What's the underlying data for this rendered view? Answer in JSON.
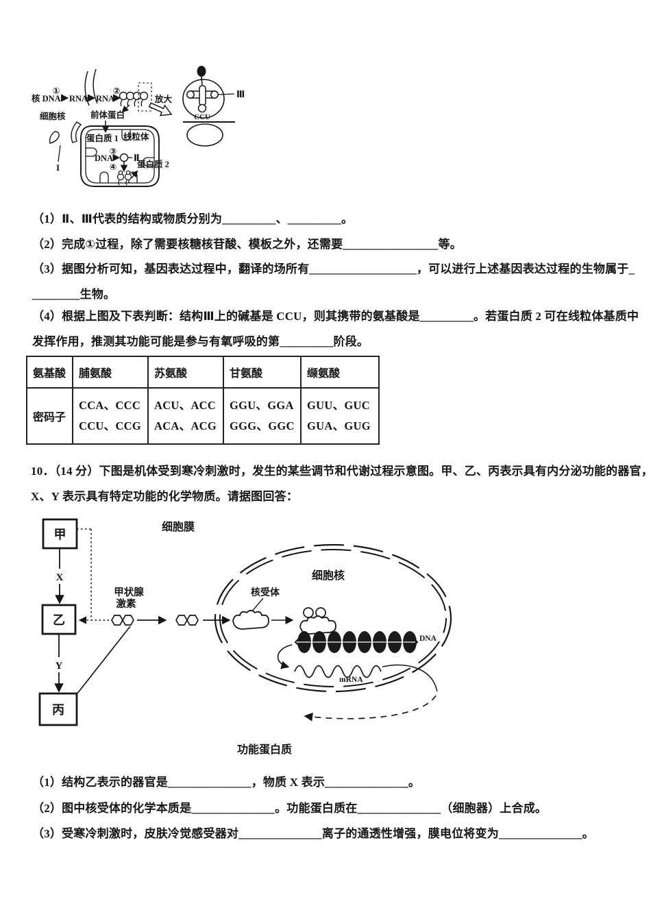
{
  "diagram1": {
    "step1": "①",
    "nuc_dna": "核 DNA",
    "rna1": "RNA",
    "step2": "②",
    "rna2": "RNA",
    "zoom_label": "放大",
    "nucleus": "细胞核",
    "precursor": "前体蛋白",
    "protein1": "蛋白质 1",
    "mito": "线粒体",
    "step3": "③",
    "dna": "DNA",
    "roman2": "Ⅱ",
    "step4": "④",
    "protein2": "蛋白质 2",
    "label_I": "I",
    "roman3": "Ⅲ",
    "ccu": "CCU"
  },
  "questions9": {
    "q1": "（1）Ⅱ、Ⅲ代表的结构或物质分别为_________、_________。",
    "q2": "（2）完成①过程，除了需要核糖核苷酸、模板之外，还需要________________等。",
    "q3a": "（3）据图分析可知，基因表达过程中，翻译的场所有__________________，可以进行上述基因表达过程的生物属于_",
    "q3b": "________生物。",
    "q4a": "（4）根据上图及下表判断：结构Ⅲ上的碱基是 CCU，则其携带的氨基酸是_________。若蛋白质 2 可在线粒体基质中",
    "q4b": "发挥作用，推测其功能可能是参与有氧呼吸的第_________阶段。"
  },
  "codon_table": {
    "headers": [
      "氨基酸",
      "脯氨酸",
      "苏氨酸",
      "甘氨酸",
      "缬氨酸"
    ],
    "row_label": "密码子",
    "codons": [
      [
        "CCA、CCC",
        "CCU、CCG"
      ],
      [
        "ACU、ACC",
        "ACA、ACG"
      ],
      [
        "GGU、GGA",
        "GGG、GGC"
      ],
      [
        "GUU、GUC",
        "GUA、GUG"
      ]
    ]
  },
  "question10": {
    "line1": "10．（14 分）下图是机体受到寒冷刺激时，发生的某些调节和代谢过程示意图。甲、乙、丙表示具有内分泌功能的器官，",
    "line2": "X、Y 表示具有特定功能的化学物质。请据图回答："
  },
  "diagram2": {
    "organ_jia": "甲",
    "organ_yi": "乙",
    "organ_bing": "丙",
    "substance_x": "X",
    "substance_y": "Y",
    "thyroid_line1": "甲状腺",
    "thyroid_line2": "激素",
    "cell_membrane": "细胞膜",
    "nucleus": "细胞核",
    "nuclear_receptor": "核受体",
    "dna": "DNA",
    "mrna": "mRNA",
    "functional_protein": "功能蛋白质"
  },
  "questions10": {
    "q1": "（1）结构乙表示的器官是______________，物质 X 表示______________。",
    "q2": "（2）图中核受体的化学本质是______________。功能蛋白质在______________（细胞器）上合成。",
    "q3": "（3）受寒冷刺激时，皮肤冷觉感受器对______________离子的通透性增强，膜电位将变为______________。"
  }
}
